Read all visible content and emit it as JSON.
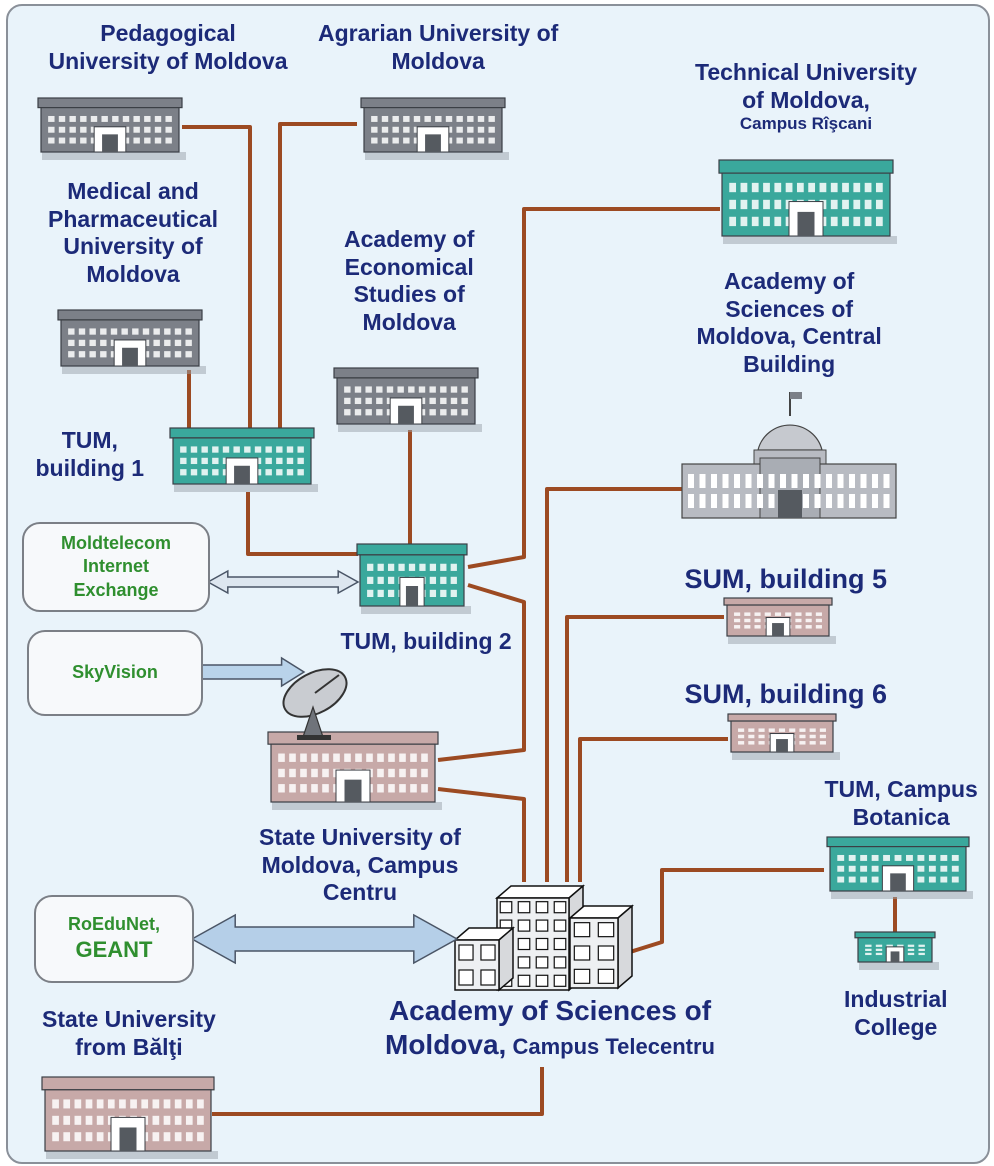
{
  "labels": {
    "pedagogical": [
      "Pedagogical",
      "University of Moldova"
    ],
    "agrarian": [
      "Agrarian University of",
      "Moldova"
    ],
    "technical_main": [
      "Technical University",
      "of Moldova,"
    ],
    "technical_sub": "Campus Rîşcani",
    "medical": [
      "Medical and",
      "Pharmaceutical",
      "University of",
      "Moldova"
    ],
    "economic": [
      "Academy of",
      "Economical",
      "Studies of",
      "Moldova"
    ],
    "asm_central": [
      "Academy of",
      "Sciences of",
      "Moldova, Central",
      "Building"
    ],
    "tum1": [
      "TUM,",
      "building 1"
    ],
    "tum2": "TUM, building 2",
    "sum5": "SUM, building 5",
    "sum6": "SUM, building 6",
    "tum_botanica": [
      "TUM,  Campus",
      "Botanica"
    ],
    "usm_centru": [
      "State University of",
      "Moldova, Campus",
      "Centru"
    ],
    "industrial": [
      "Industrial",
      "College"
    ],
    "balti": [
      "State University",
      "from Bălţi"
    ],
    "telecentru_main": "Academy of Sciences of",
    "telecentru_line2": "Moldova,",
    "telecentru_sub": "Campus Telecentru"
  },
  "boxes": {
    "moldtelecom": [
      "Moldtelecom",
      "Internet",
      "Exchange"
    ],
    "skyvision": "SkyVision",
    "roedunet": [
      "RoEduNet,",
      "GEANT"
    ]
  },
  "icons": {
    "building": "building-icon",
    "dome": "domed-building-icon",
    "dish": "satellite-dish-icon",
    "datacenter": "data-center-icon",
    "double_arrow": "double-arrow-icon",
    "single_arrow": "arrow-icon"
  },
  "colors": {
    "background": "#e9f3fa",
    "label": "#1c2a78",
    "box_text": "#2f8f2f",
    "wire": "#9c4a22",
    "teal_building": "#3aa89c",
    "gray_building": "#7c8088",
    "pink_building": "#c7a9a8"
  }
}
